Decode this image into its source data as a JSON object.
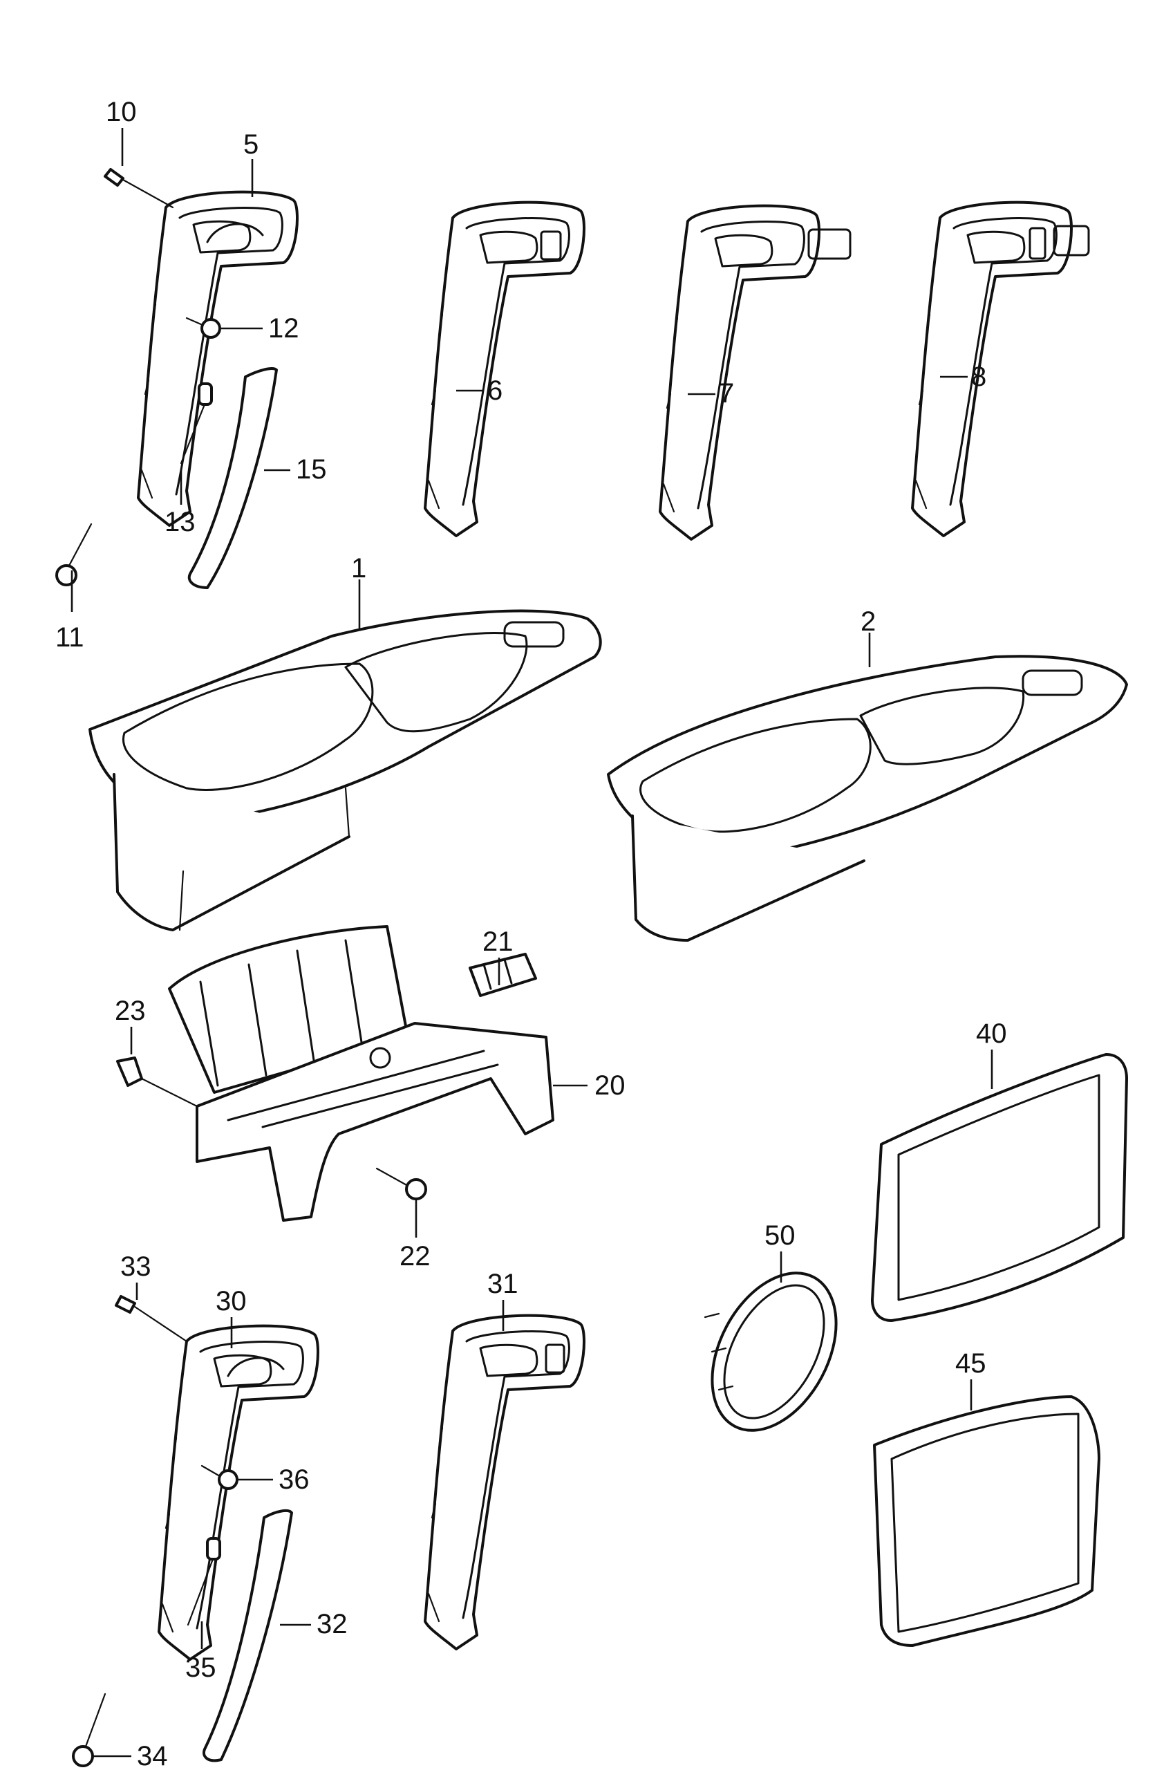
{
  "parts": [
    {
      "id": "p1",
      "label": "1"
    },
    {
      "id": "p2",
      "label": "2"
    },
    {
      "id": "p5",
      "label": "5"
    },
    {
      "id": "p6",
      "label": "6"
    },
    {
      "id": "p7",
      "label": "7"
    },
    {
      "id": "p8",
      "label": "8"
    },
    {
      "id": "p10",
      "label": "10"
    },
    {
      "id": "p11",
      "label": "11"
    },
    {
      "id": "p12",
      "label": "12"
    },
    {
      "id": "p13",
      "label": "13"
    },
    {
      "id": "p15",
      "label": "15"
    },
    {
      "id": "p20",
      "label": "20"
    },
    {
      "id": "p21",
      "label": "21"
    },
    {
      "id": "p22",
      "label": "22"
    },
    {
      "id": "p23",
      "label": "23"
    },
    {
      "id": "p30",
      "label": "30"
    },
    {
      "id": "p31",
      "label": "31"
    },
    {
      "id": "p32",
      "label": "32"
    },
    {
      "id": "p33",
      "label": "33"
    },
    {
      "id": "p34",
      "label": "34"
    },
    {
      "id": "p35",
      "label": "35"
    },
    {
      "id": "p36",
      "label": "36"
    },
    {
      "id": "p40",
      "label": "40"
    },
    {
      "id": "p45",
      "label": "45"
    },
    {
      "id": "p50",
      "label": "50"
    }
  ]
}
